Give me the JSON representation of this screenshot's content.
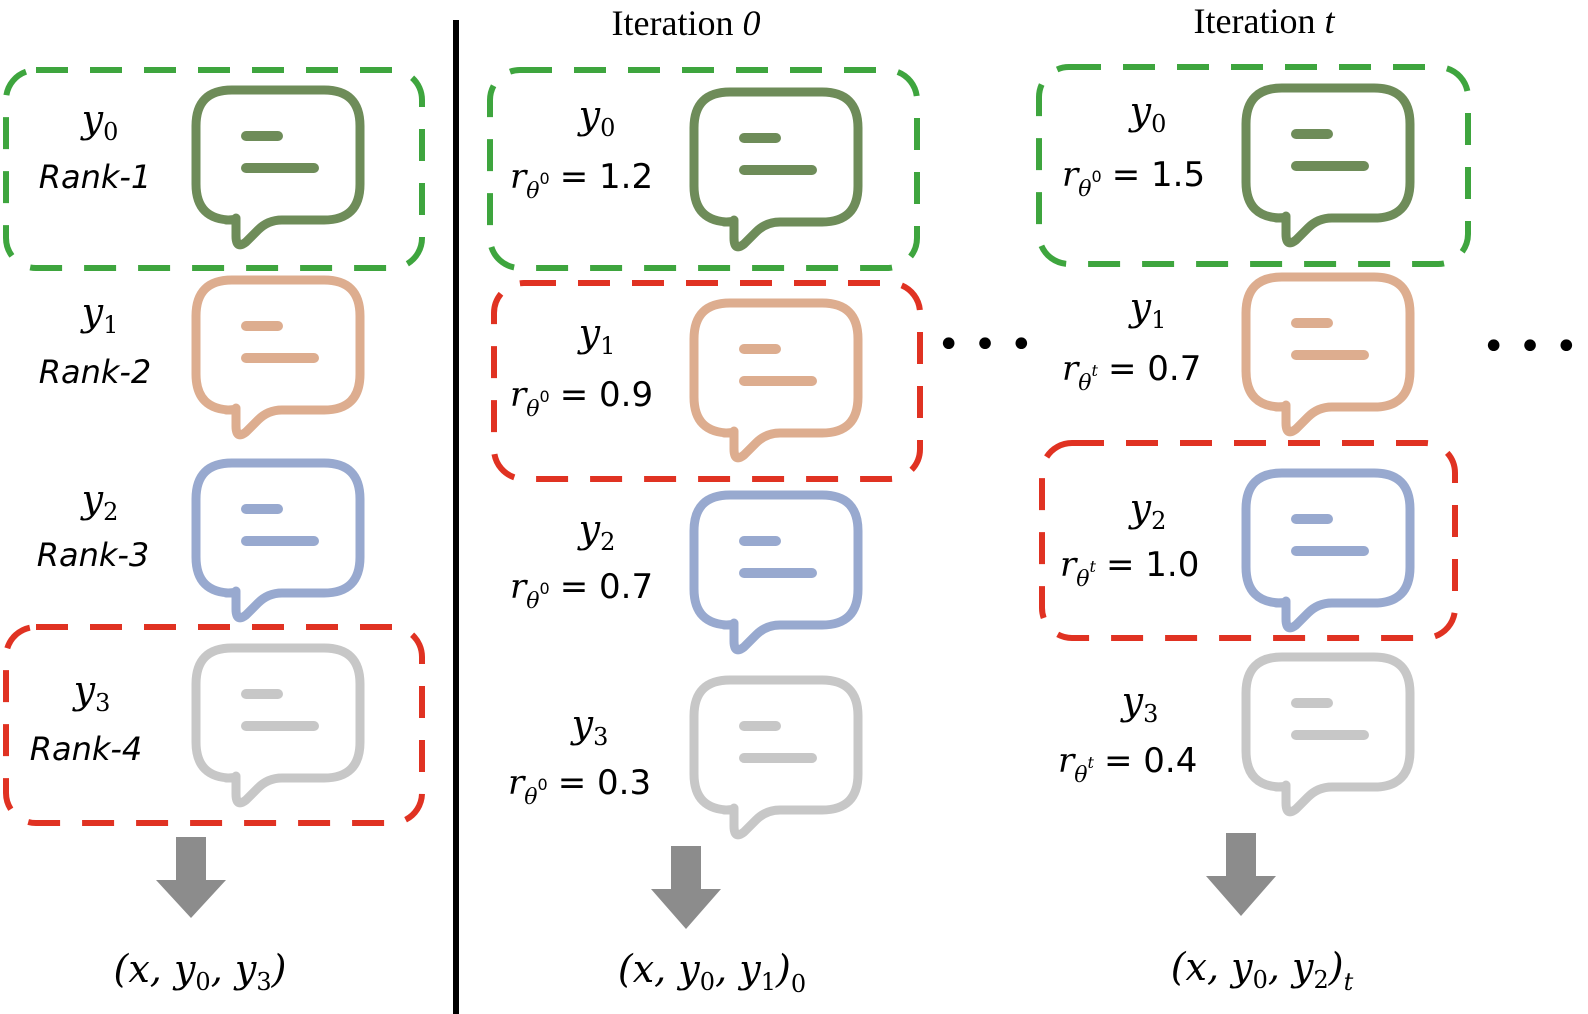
{
  "titles": {
    "iteration_0": {
      "text": "Iteration ",
      "var": "0"
    },
    "iteration_t": {
      "text": "Iteration ",
      "var": "t"
    }
  },
  "colors": {
    "green": "#6e8c59",
    "orange": "#ddad8f",
    "blue": "#98a9cf",
    "gray": "#c7c7c7",
    "box_green": "#3ea53e",
    "box_red": "#e03222",
    "arrow": "#8c8c8c",
    "divider": "#000000"
  },
  "ranking": {
    "items": [
      {
        "y": "y",
        "sub": "0",
        "rank": "Rank-1",
        "color": "green"
      },
      {
        "y": "y",
        "sub": "1",
        "rank": "Rank-2",
        "color": "orange"
      },
      {
        "y": "y",
        "sub": "2",
        "rank": "Rank-3",
        "color": "blue"
      },
      {
        "y": "y",
        "sub": "3",
        "rank": "Rank-4",
        "color": "gray"
      }
    ],
    "output": {
      "open": "(x, y",
      "s1": "0",
      "mid": ", y",
      "s2": "3",
      "close": ")"
    }
  },
  "iter0": {
    "items": [
      {
        "y": "y",
        "sub": "0",
        "r": "r",
        "r_sub": "θ",
        "r_sup": "0",
        "value": "= 1.2",
        "color": "green"
      },
      {
        "y": "y",
        "sub": "1",
        "r": "r",
        "r_sub": "θ",
        "r_sup": "0",
        "value": "= 0.9",
        "color": "orange"
      },
      {
        "y": "y",
        "sub": "2",
        "r": "r",
        "r_sub": "θ",
        "r_sup": "0",
        "value": "= 0.7",
        "color": "blue"
      },
      {
        "y": "y",
        "sub": "3",
        "r": "r",
        "r_sub": "θ",
        "r_sup": "0",
        "value": "= 0.3",
        "color": "gray"
      }
    ],
    "output": {
      "open": "(x, y",
      "s1": "0",
      "mid": ", y",
      "s2": "1",
      "close": ")",
      "tail": "0"
    }
  },
  "iterT": {
    "items": [
      {
        "y": "y",
        "sub": "0",
        "r": "r",
        "r_sub": "θ",
        "r_sup": "0",
        "value": "= 1.5",
        "color": "green"
      },
      {
        "y": "y",
        "sub": "1",
        "r": "r",
        "r_sub": "θ",
        "r_sup": "t",
        "value": "= 0.7",
        "color": "orange"
      },
      {
        "y": "y",
        "sub": "2",
        "r": "r",
        "r_sub": "θ",
        "r_sup": "t",
        "value": "= 1.0",
        "color": "blue"
      },
      {
        "y": "y",
        "sub": "3",
        "r": "r",
        "r_sub": "θ",
        "r_sup": "t",
        "value": "= 0.4",
        "color": "gray"
      }
    ],
    "output": {
      "open": "(x, y",
      "s1": "0",
      "mid": ", y",
      "s2": "2",
      "close": ")",
      "tail": "t"
    }
  },
  "ellipsis": "• • •"
}
